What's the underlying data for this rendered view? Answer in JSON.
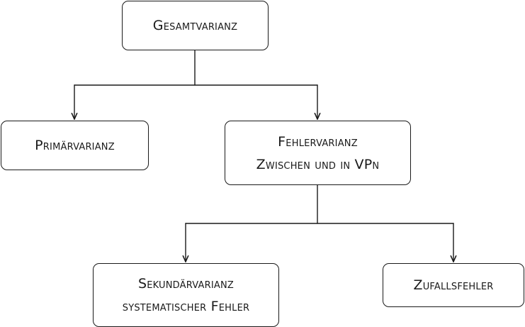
{
  "diagram": {
    "type": "hierarchy",
    "stroke_color": "#1a1a1a",
    "background_color": "#ffffff",
    "nodes": [
      {
        "id": "gesamtvarianz",
        "lines": [
          "Gesamtvarianz"
        ]
      },
      {
        "id": "primaervarianz",
        "lines": [
          "Primärvarianz"
        ],
        "parent": "gesamtvarianz"
      },
      {
        "id": "fehlervarianz",
        "lines": [
          "Fehlervarianz",
          "Zwischen und in VPn"
        ],
        "parent": "gesamtvarianz"
      },
      {
        "id": "sekundaervarianz",
        "lines": [
          "Sekundärvarianz",
          "systematischer Fehler"
        ],
        "parent": "fehlervarianz"
      },
      {
        "id": "zufallsfehler",
        "lines": [
          "Zufallsfehler"
        ],
        "parent": "fehlervarianz"
      }
    ]
  }
}
